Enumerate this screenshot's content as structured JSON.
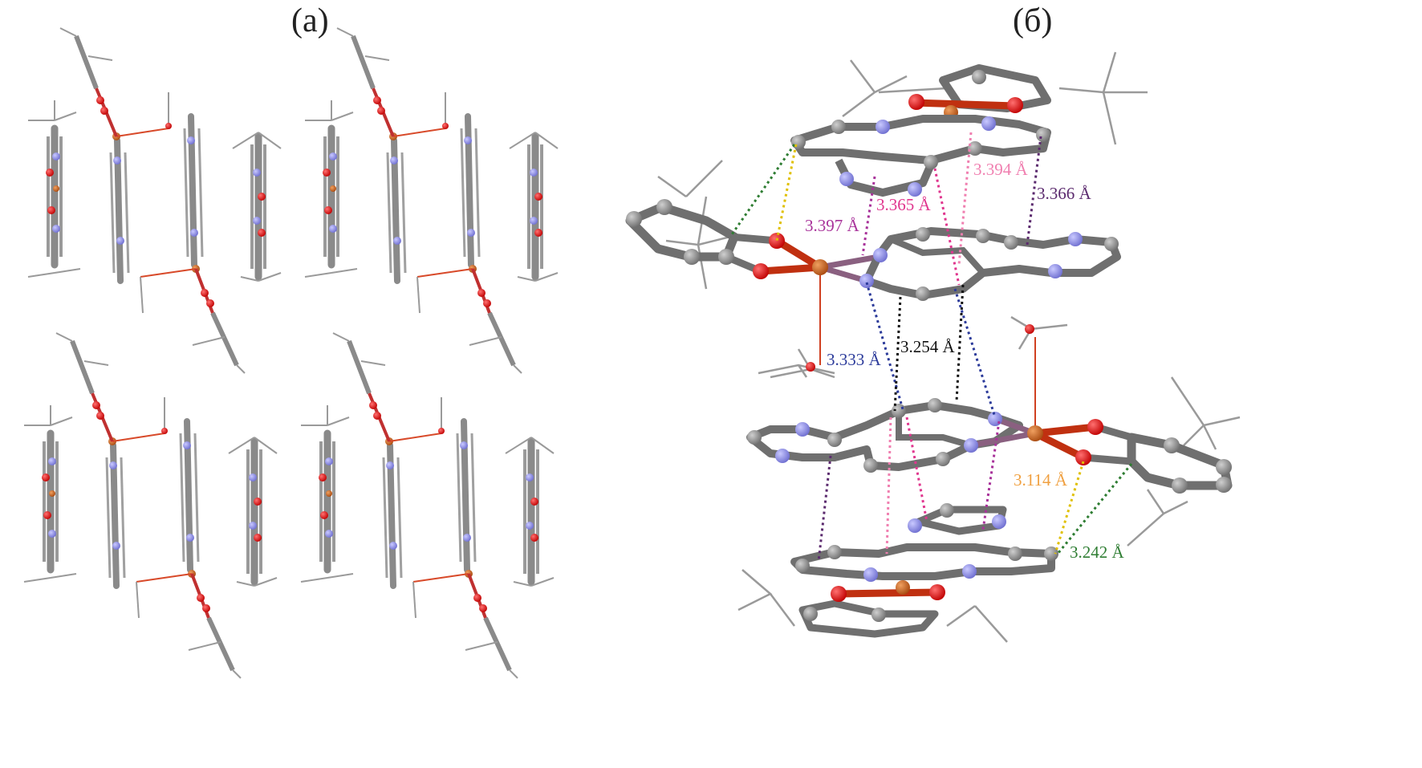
{
  "panels": {
    "a": {
      "label": "(a)"
    },
    "b": {
      "label": "(б)"
    }
  },
  "contacts": [
    {
      "value": "3.394 Å",
      "color": "#f07fb0"
    },
    {
      "value": "3.366 Å",
      "color": "#5b2a6e"
    },
    {
      "value": "3.365 Å",
      "color": "#e0368e"
    },
    {
      "value": "3.397 Å",
      "color": "#a8329a"
    },
    {
      "value": "3.333 Å",
      "color": "#2b3a9a"
    },
    {
      "value": "3.254 Å",
      "color": "#111111"
    },
    {
      "value": "3.114 Å",
      "color": "#f0a040"
    },
    {
      "value": "3.242 Å",
      "color": "#2e7d32"
    }
  ],
  "atom_colors": {
    "carbon": "#858585",
    "nitrogen": "#8c8ce0",
    "oxygen": "#e00000",
    "copper": "#c0601a",
    "frame": "#9a9a9a"
  }
}
